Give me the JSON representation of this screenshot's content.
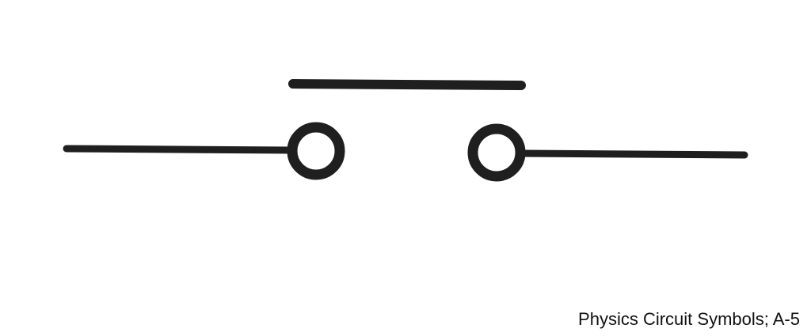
{
  "caption": "Physics Circuit Symbols; A-5",
  "colors": {
    "ink": "#1f1f1f",
    "background": "#ffffff"
  },
  "symbol": {
    "components": [
      "left-wire",
      "left-terminal",
      "push-button-bar",
      "right-terminal",
      "right-wire"
    ]
  }
}
